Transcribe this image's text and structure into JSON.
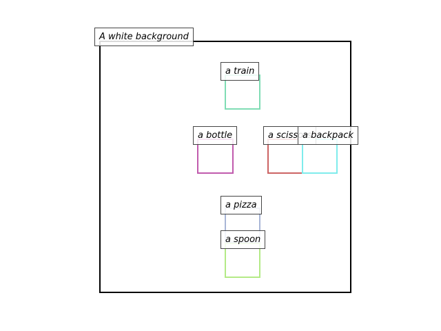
{
  "background_label": "A white background",
  "objects": [
    {
      "key": "train",
      "label": "a train",
      "color": "#7fdcb4"
    },
    {
      "key": "bottle",
      "label": "a bottle",
      "color": "#c05aad"
    },
    {
      "key": "scissors",
      "label": "a scissors",
      "color": "#cc6363"
    },
    {
      "key": "backpack",
      "label": "a backpack",
      "color": "#7eecec"
    },
    {
      "key": "pizza",
      "label": "a pizza",
      "color": "#a7b5d6"
    },
    {
      "key": "spoon",
      "label": "a spoon",
      "color": "#b3ea86"
    }
  ]
}
